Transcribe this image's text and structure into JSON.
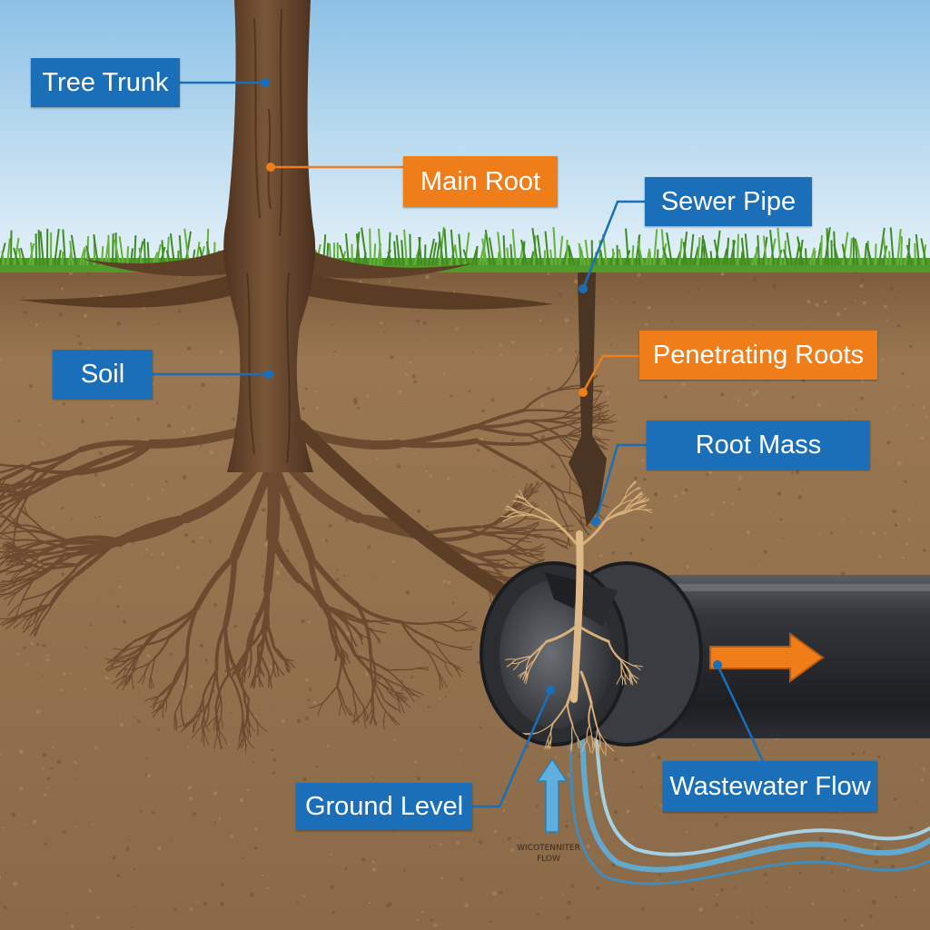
{
  "colors": {
    "label_blue": "#1a6fb8",
    "label_orange": "#ef7d1a",
    "sky_top": "#8fc3e6",
    "sky_bottom": "#e3f1f8",
    "soil": "#8a6a48",
    "grass": "#4f9a2b",
    "tree": "#6b4a30",
    "pipe": "#2b2d31",
    "water": "#5fb0de"
  },
  "labels": {
    "tree_trunk": "Tree Trunk",
    "main_root": "Main Root",
    "sewer_pipe": "Sewer Pipe",
    "penetrating_roots": "Penetrating Roots",
    "soil": "Soil",
    "root_mass": "Root Mass",
    "ground_level": "Ground Level",
    "wastewater_flow": "Wastewater Flow"
  },
  "small_note": {
    "line1": "WICOTENNITER",
    "line2": "FLOW"
  }
}
